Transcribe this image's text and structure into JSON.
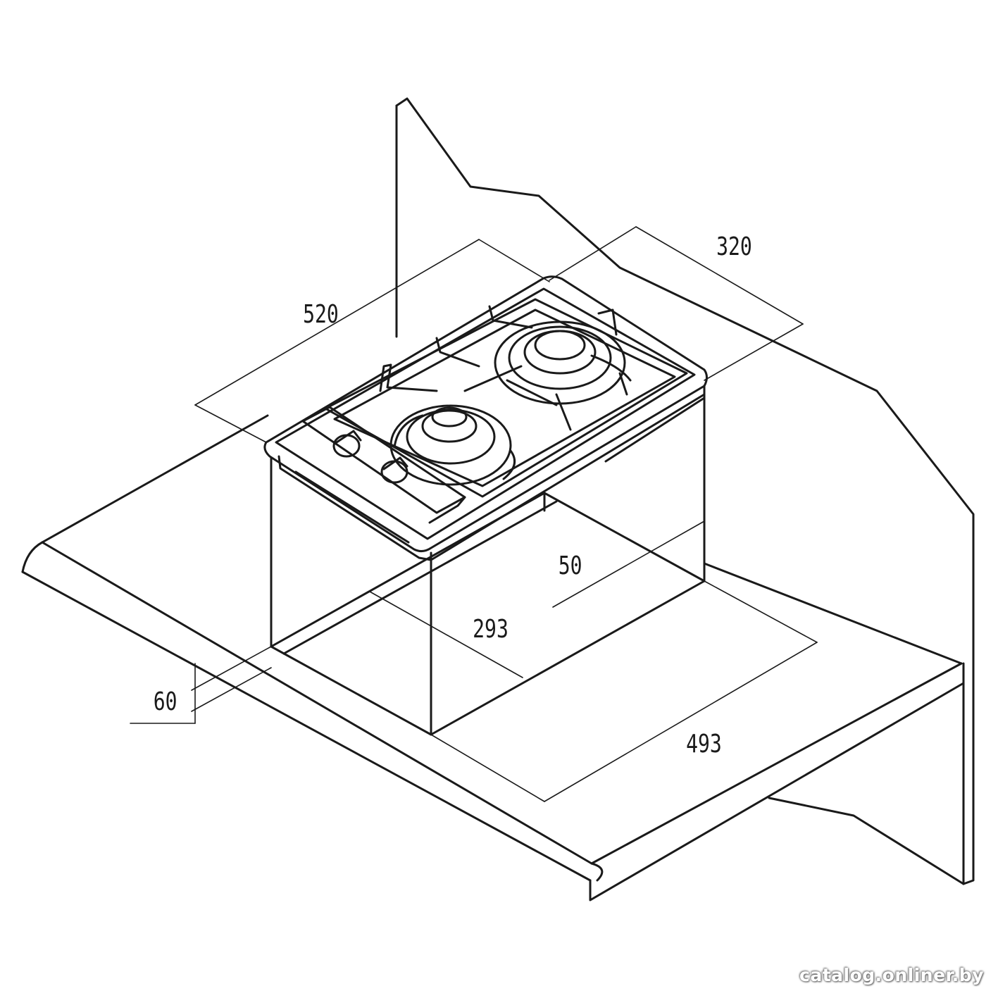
{
  "dimensions": {
    "width_total": "520",
    "depth_total": "320",
    "cutout_width": "493",
    "cutout_depth": "293",
    "depth_below_top": "50",
    "countertop_thickness": "60"
  },
  "watermark": "catalog.onliner.by"
}
